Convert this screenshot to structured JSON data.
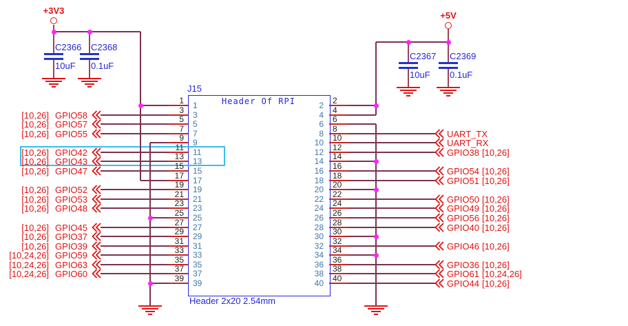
{
  "colors": {
    "wire": "#7b3150",
    "lead": "#9c4456",
    "part_blue": "#2626d8",
    "label_red": "#e01212",
    "stub_red": "#cc2222",
    "pin_number_blue": "#4076a8",
    "outside_number": "#1c1c1c",
    "junction_magenta": "#ff22ff",
    "selection_cyan": "#38bdf0"
  },
  "power": {
    "v33": {
      "label": "+3V3",
      "caps": [
        {
          "ref": "C2366",
          "value": "10uF"
        },
        {
          "ref": "C2368",
          "value": "0.1uF"
        }
      ]
    },
    "v5": {
      "label": "+5V",
      "caps": [
        {
          "ref": "C2367",
          "value": "10uF"
        },
        {
          "ref": "C2369",
          "value": "0.1uF"
        }
      ]
    }
  },
  "header": {
    "refdes": "J15",
    "title": "Header Of RPI",
    "footprint": "Header 2x20 2.54mm",
    "left_pins": [
      {
        "pin": "1",
        "net": "+3V3"
      },
      {
        "pin": "3",
        "net": "GPIO58",
        "tags": "[10,26]"
      },
      {
        "pin": "5",
        "net": "GPIO57",
        "tags": "[10,26]"
      },
      {
        "pin": "7",
        "net": "GPIO55",
        "tags": "[10,26]"
      },
      {
        "pin": "9",
        "net": "GND"
      },
      {
        "pin": "11",
        "net": "GPIO42",
        "tags": "[10,26]",
        "selected": true
      },
      {
        "pin": "13",
        "net": "GPIO43",
        "tags": "[10,26]",
        "selected": true
      },
      {
        "pin": "15",
        "net": "GPIO47",
        "tags": "[10,26]"
      },
      {
        "pin": "17",
        "net": "+3V3"
      },
      {
        "pin": "19",
        "net": "GPIO52",
        "tags": "[10,26]"
      },
      {
        "pin": "21",
        "net": "GPIO53",
        "tags": "[10,26]"
      },
      {
        "pin": "23",
        "net": "GPIO48",
        "tags": "[10,26]"
      },
      {
        "pin": "25",
        "net": "GND"
      },
      {
        "pin": "27",
        "net": "GPIO45",
        "tags": "[10,26]"
      },
      {
        "pin": "29",
        "net": "GPIO37",
        "tags": "[10,26]"
      },
      {
        "pin": "31",
        "net": "GPIO39",
        "tags": "[10,26]"
      },
      {
        "pin": "33",
        "net": "GPIO59",
        "tags": "[10,24,26]"
      },
      {
        "pin": "35",
        "net": "GPIO63",
        "tags": "[10,24,26]"
      },
      {
        "pin": "37",
        "net": "GPIO60",
        "tags": "[10,24,26]"
      },
      {
        "pin": "39",
        "net": "GND"
      }
    ],
    "right_pins": [
      {
        "pin": "2",
        "net": "+5V"
      },
      {
        "pin": "4",
        "net": "+5V"
      },
      {
        "pin": "6",
        "net": "GND"
      },
      {
        "pin": "8",
        "net": "UART_TX"
      },
      {
        "pin": "10",
        "net": "UART_RX"
      },
      {
        "pin": "12",
        "net": "GPIO38",
        "tags": "[10,26]"
      },
      {
        "pin": "14",
        "net": "GND"
      },
      {
        "pin": "16",
        "net": "GPIO54",
        "tags": "[10,26]"
      },
      {
        "pin": "18",
        "net": "GPIO51",
        "tags": "[10,26]"
      },
      {
        "pin": "20",
        "net": "GND"
      },
      {
        "pin": "22",
        "net": "GPIO50",
        "tags": "[10,26]"
      },
      {
        "pin": "24",
        "net": "GPIO49",
        "tags": "[10,26]"
      },
      {
        "pin": "26",
        "net": "GPIO56",
        "tags": "[10,26]"
      },
      {
        "pin": "28",
        "net": "GPIO40",
        "tags": "[10,26]"
      },
      {
        "pin": "30",
        "net": "GND"
      },
      {
        "pin": "32",
        "net": "GPIO46",
        "tags": "[10,26]"
      },
      {
        "pin": "34",
        "net": "GND"
      },
      {
        "pin": "36",
        "net": "GPIO36",
        "tags": "[10,26]"
      },
      {
        "pin": "38",
        "net": "GPIO61",
        "tags": "[10,24,26]"
      },
      {
        "pin": "40",
        "net": "GPIO44",
        "tags": "[10,26]"
      }
    ]
  },
  "selection": {
    "selected_nets": [
      "GPIO42",
      "GPIO43"
    ]
  }
}
